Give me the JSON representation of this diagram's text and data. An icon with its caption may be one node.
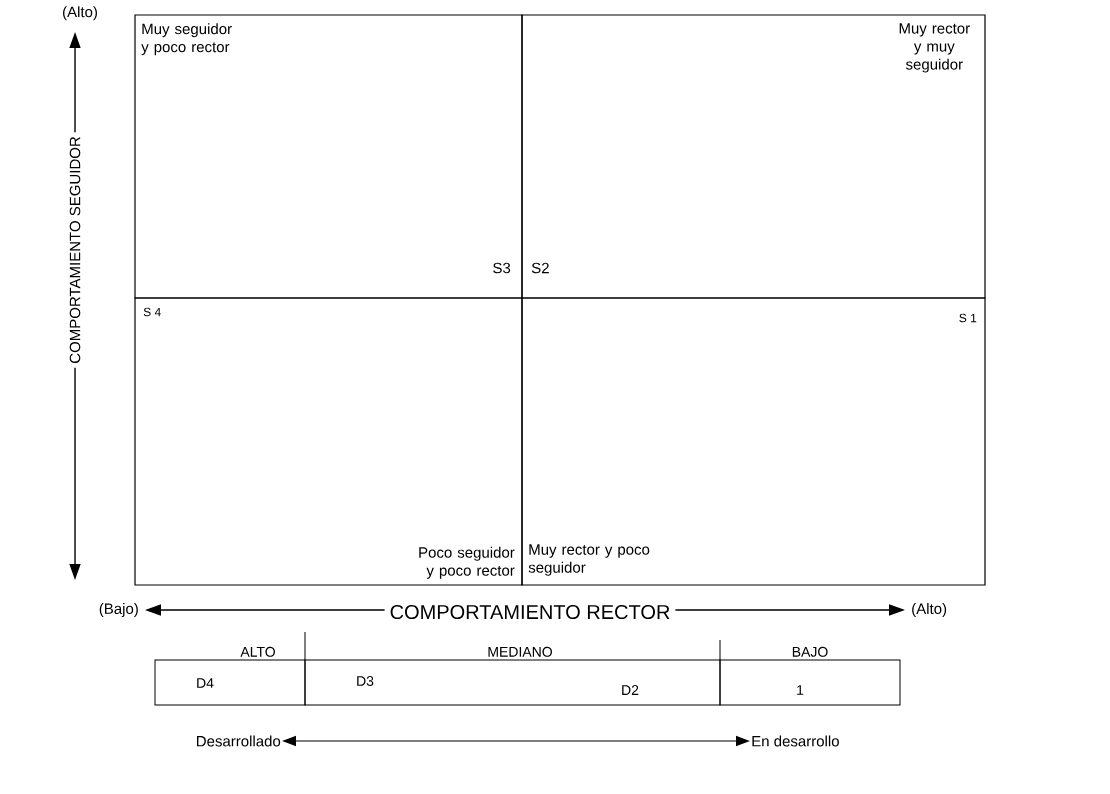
{
  "diagram": {
    "nodes": [
      {
        "text": [
          "Muy seguidor y poco rector",
          "S3"
        ]
      },
      {
        "text": [
          "Muy rector y muy seguidor",
          "S2"
        ]
      },
      {
        "text": [
          "S 4",
          "Poco seguidor y poco rector"
        ]
      },
      {
        "text": [
          "S 1",
          "Muy rector y poco seguidor"
        ]
      },
      {
        "text": [
          "ALTO",
          "D4"
        ]
      },
      {
        "text": [
          "MEDIANO",
          "D3",
          "D2"
        ]
      },
      {
        "text": [
          "BAJO",
          "1"
        ]
      },
      {
        "text": [
          "Desarrollado"
        ]
      },
      {
        "text": [
          "En desarrollo"
        ]
      }
    ],
    "edges": [
      {
        "from": 7,
        "to": 8,
        "arrow": "both"
      }
    ],
    "labels": [
      "(Alto)",
      "COMPORTAMIENTO SEGUIDOR",
      "(Bajo)",
      "COMPORTAMIENTO RECTOR",
      "(Alto)"
    ]
  }
}
